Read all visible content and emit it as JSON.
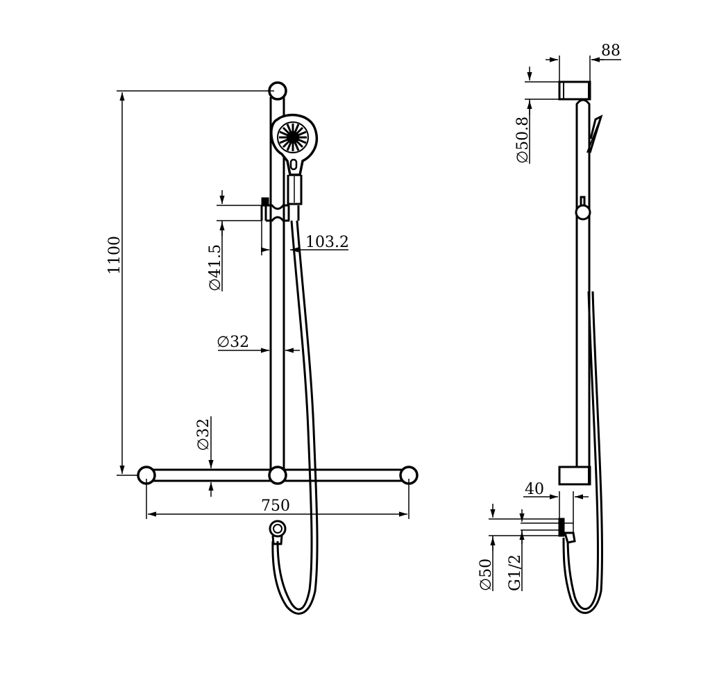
{
  "drawing": {
    "title": "Shower rail T-bar technical drawing",
    "colors": {
      "line": "#000000",
      "background": "#ffffff"
    }
  },
  "front_view": {
    "dimensions": {
      "height": "1100",
      "holder_diameter": "∅41.5",
      "holder_offset": "103.2",
      "rail_diameter": "∅32",
      "bar_diameter": "∅32",
      "bar_width": "750"
    }
  },
  "side_view": {
    "dimensions": {
      "bracket_depth": "88",
      "bracket_diameter": "∅50.8",
      "outlet_depth": "40",
      "outlet_diameter": "∅50",
      "thread": "G1/2"
    }
  }
}
